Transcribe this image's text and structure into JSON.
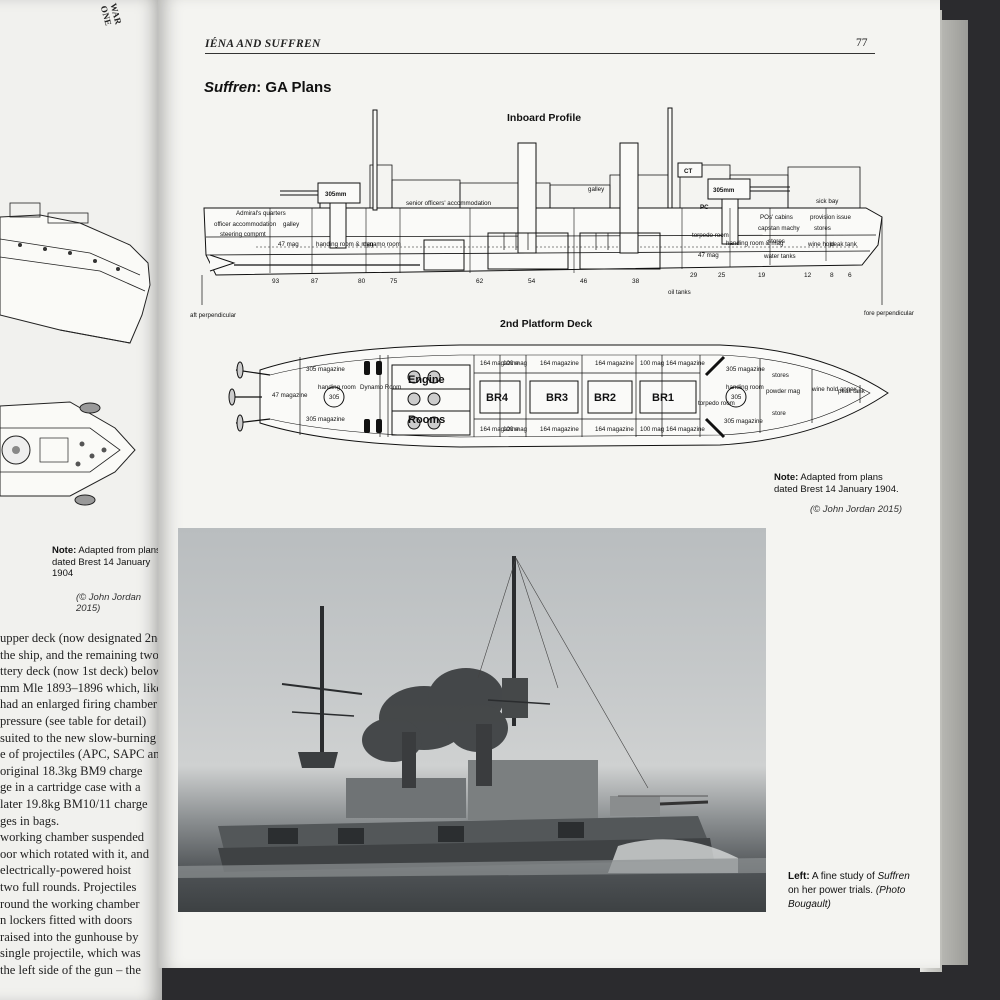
{
  "left_page": {
    "running_header_fragment": "WAR ONE",
    "note_label": "Note:",
    "note_text_1": "Adapted from plans",
    "note_text_2": "dated Brest 14 January 1904",
    "credit": "(© John Jordan 2015)",
    "body_lines": [
      "upper deck (now designated 2nd",
      "the ship, and the remaining two",
      "ttery deck (now 1st deck) below",
      "mm Mle 1893–1896 which, like",
      "had an enlarged firing chamber",
      "pressure (see table for detail)",
      "suited to the new slow-burning",
      "e of projectiles (APC, SAPC and",
      "original 18.3kg BM9 charge",
      "ge in a cartridge case with a",
      "later 19.8kg BM10/11 charge",
      "ges in bags.",
      "working chamber suspended",
      "oor which rotated with it, and",
      "electrically-powered hoist",
      "two full rounds. Projectiles",
      "round the working chamber",
      "n lockers fitted with doors",
      "raised into the gunhouse by",
      "single projectile, which was",
      "the left side of the gun – the"
    ]
  },
  "right_page": {
    "running_header": "IÉNA AND SUFFREN",
    "page_number": "77",
    "figure_title_ship": "Suffren",
    "figure_title_rest": ": GA Plans",
    "inboard_profile": {
      "title": "Inboard Profile",
      "labels": {
        "gun_aft": "305mm",
        "gun_fwd": "305mm",
        "admirals_quarters": "Admiral's quarters",
        "officer_accommodation": "officer accommodation",
        "galley_aft": "galley",
        "steering_comp": "steering compmt",
        "mag_47_aft": "47 mag",
        "handing_room_aft": "handing room & mag",
        "dynamo_room": "dynamo room",
        "senior_officers": "senior officers' accommodation",
        "galley_mid": "galley",
        "ct": "CT",
        "pc": "PC",
        "torpedo_room": "torpedo room",
        "mag_47_fwd": "47 mag",
        "handing_room_fwd": "handing room & mag",
        "sick_bay": "sick bay",
        "pos_cabins": "POs' cabins",
        "provision_issue": "provision issue",
        "capstan_mach": "capstan machy",
        "stores_1": "stores",
        "stores_2": "stores",
        "wine_hold": "wine hold",
        "peak_tank": "peak tank",
        "water_tanks": "water tanks",
        "oil_tanks": "oil tanks",
        "aft_perpendicular": "aft perpendicular",
        "fore_perpendicular": "fore perpendicular"
      },
      "frames": [
        "93",
        "87",
        "80",
        "75",
        "62",
        "54",
        "46",
        "38",
        "29",
        "25",
        "19",
        "12",
        "8",
        "6"
      ]
    },
    "platform_deck": {
      "title": "2nd Platform Deck",
      "labels": {
        "mag_305_aft_top": "305 magazine",
        "mag_47": "47 magazine",
        "handing_aft": "handing room",
        "mag_305_aft_bottom": "305 magazine",
        "dynamo_room": "Dynamo Room",
        "engine": "Engine",
        "rooms": "Rooms",
        "mag_164": "164 magazine",
        "mag_100": "100 mag",
        "br4": "BR4",
        "br3": "BR3",
        "br2": "BR2",
        "br1": "BR1",
        "torpedo_room": "torpedo room",
        "handing_fwd": "handing room",
        "mag_305_fwd_top": "305 magazine",
        "mag_305_fwd_bottom": "305 magazine",
        "stores": "stores",
        "powder_mag": "powder mag",
        "store": "store",
        "wine_hold_annex": "wine hold annex",
        "peak_tank": "peak tank",
        "turret_305": "305"
      }
    },
    "note_label": "Note:",
    "note_text_1": "Adapted from plans",
    "note_text_2": "dated Brest 14 January 1904.",
    "credit": "(© John Jordan 2015)",
    "caption_label": "Left:",
    "caption_text_1": "A fine study of",
    "caption_ship": "Suffren",
    "caption_text_2": "on her power trials.",
    "caption_italic": "(Photo Bougault)"
  }
}
